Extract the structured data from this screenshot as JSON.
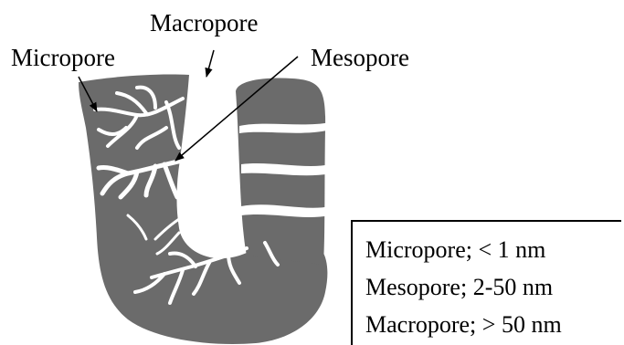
{
  "labels": {
    "macropore": "Macropore",
    "micropore": "Micropore",
    "mesopore": "Mesopore"
  },
  "legend": [
    "Micropore; < 1 nm",
    "Mesopore; 2-50 nm",
    "Macropore; > 50 nm"
  ],
  "colors": {
    "solid": "#6b6b6b",
    "pore": "#ffffff",
    "text": "#000000"
  }
}
